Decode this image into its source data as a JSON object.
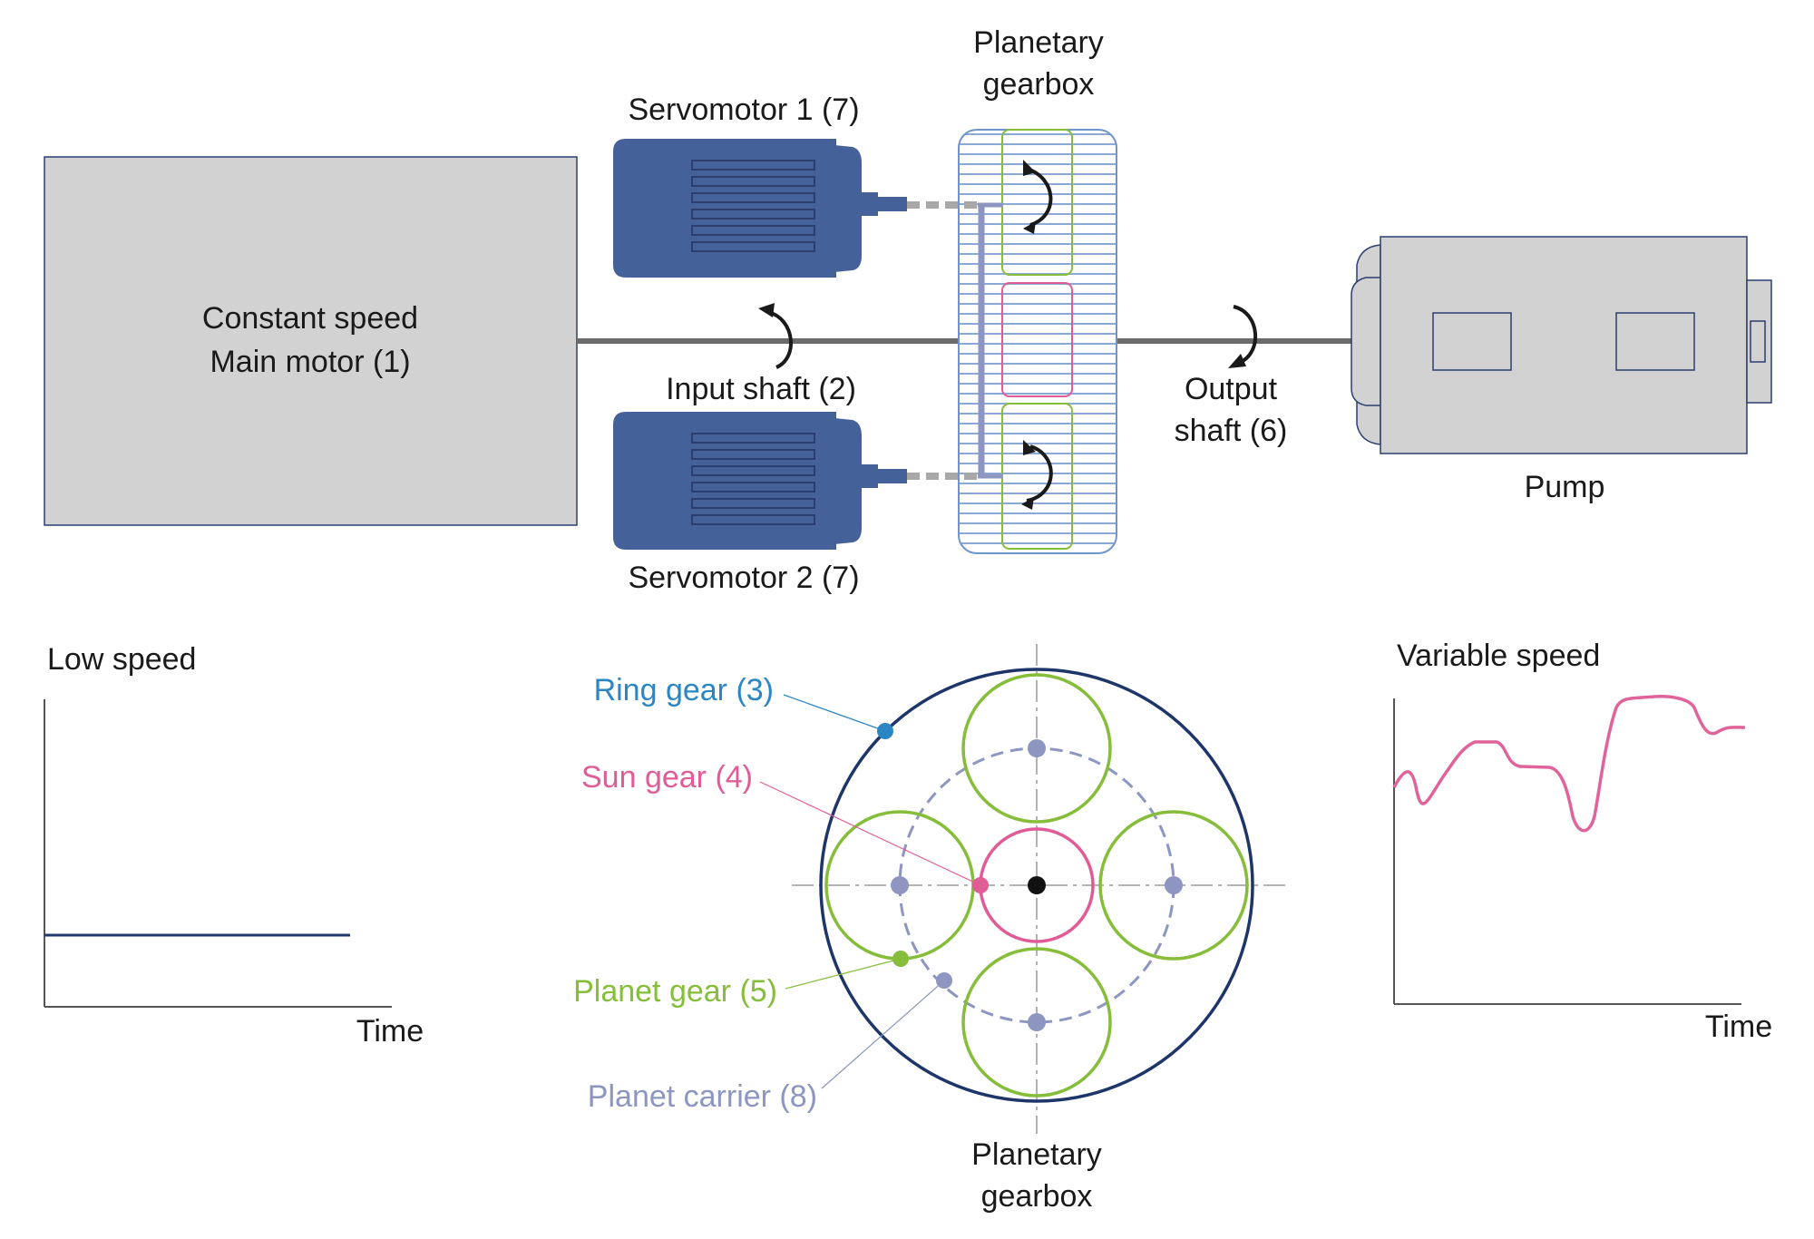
{
  "main_motor": {
    "line1": "Constant speed",
    "line2": "Main motor (1)"
  },
  "servomotor_1": {
    "label": "Servomotor 1 (7)"
  },
  "servomotor_2": {
    "label": "Servomotor 2 (7)"
  },
  "gearbox_top": {
    "line1": "Planetary",
    "line2": "gearbox"
  },
  "input_shaft": {
    "label": "Input shaft (2)"
  },
  "output_shaft": {
    "line1": "Output",
    "line2": "shaft (6)"
  },
  "pump": {
    "label": "Pump"
  },
  "low_speed_chart": {
    "title": "Low speed",
    "xlabel": "Time"
  },
  "variable_speed_chart": {
    "title": "Variable speed",
    "xlabel": "Time"
  },
  "gear_diagram": {
    "ring_gear": "Ring gear (3)",
    "sun_gear": "Sun gear (4)",
    "planet_gear": "Planet gear (5)",
    "planet_carrier": "Planet carrier (8)",
    "caption_line1": "Planetary",
    "caption_line2": "gearbox"
  },
  "colors": {
    "motor_gray": "#d2d2d2",
    "outline_navy": "#2c3e70",
    "servo_blue": "#45619a",
    "shaft": "#6b6b6b",
    "gearbox_stripe": "#8ba9d6",
    "ring": "#1d3568",
    "ring_label": "#2a87c4",
    "sun": "#df5c97",
    "planet": "#86bd3a",
    "carrier": "#8c96c0",
    "low_speed_line": "#233a70",
    "variable_speed_line": "#e0649b"
  }
}
